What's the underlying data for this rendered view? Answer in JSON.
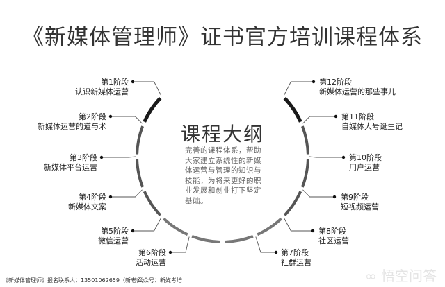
{
  "title": "《新媒体管理师》证书官方培训课程体系",
  "center": {
    "heading": "课程大纲",
    "description": "完善的课程体系，帮助大家建立系统性的新媒体运营与管理的知识与技能，为将来更好的职业发展和创业打下坚定基础。"
  },
  "stages": [
    {
      "name": "第1阶段",
      "topic": "认识新媒体运营"
    },
    {
      "name": "第2阶段",
      "topic": "新媒体运营的道与术"
    },
    {
      "name": "第3阶段",
      "topic": "新媒体平台运营"
    },
    {
      "name": "第4阶段",
      "topic": "新媒体文案"
    },
    {
      "name": "第5阶段",
      "topic": "微信运营"
    },
    {
      "name": "第6阶段",
      "topic": "活动运营"
    },
    {
      "name": "第7阶段",
      "topic": "社群运营"
    },
    {
      "name": "第8阶段",
      "topic": "社区运营"
    },
    {
      "name": "第9阶段",
      "topic": "短视频运营"
    },
    {
      "name": "第10阶段",
      "topic": "用户运营"
    },
    {
      "name": "第11阶段",
      "topic": "自媒体大号诞生记"
    },
    {
      "name": "第12阶段",
      "topic": "新媒体运营的那些事儿"
    }
  ],
  "footer": {
    "contact": "《新媒体管理师》报名联系人：13501062659（新老师）",
    "account": "公众号：新媒考培"
  },
  "watermark": "悟空问答",
  "colors": {
    "arc_dark": "#1a1a1a",
    "arc_mid": "#555555",
    "arc_light": "#777777",
    "text": "#222222"
  }
}
